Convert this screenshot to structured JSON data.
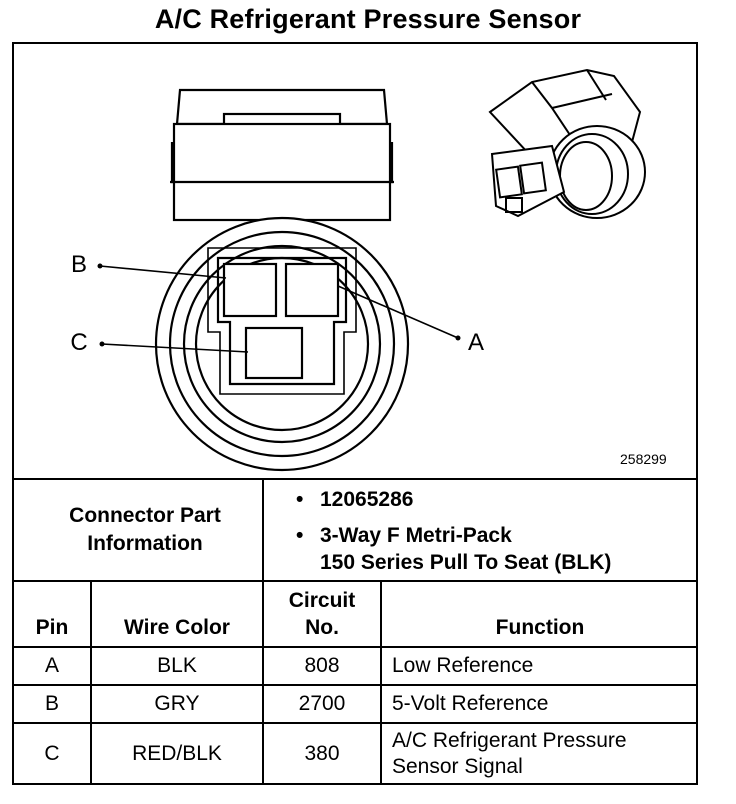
{
  "title": "A/C Refrigerant Pressure Sensor",
  "figure_number": "258299",
  "callouts": {
    "a": "A",
    "b": "B",
    "c": "C"
  },
  "connector_info": {
    "label": "Connector Part Information",
    "items": [
      "12065286",
      "3-Way F Metri-Pack\n150 Series Pull To Seat (BLK)"
    ],
    "bullet": "•"
  },
  "table": {
    "headers": {
      "pin": "Pin",
      "wire_color": "Wire Color",
      "circuit": "Circuit\nNo.",
      "function": "Function"
    },
    "rows": [
      {
        "pin": "A",
        "wire_color": "BLK",
        "circuit": "808",
        "function": "Low Reference"
      },
      {
        "pin": "B",
        "wire_color": "GRY",
        "circuit": "2700",
        "function": "5-Volt Reference"
      },
      {
        "pin": "C",
        "wire_color": "RED/BLK",
        "circuit": "380",
        "function": "A/C Refrigerant Pressure\nSensor Signal"
      }
    ]
  }
}
